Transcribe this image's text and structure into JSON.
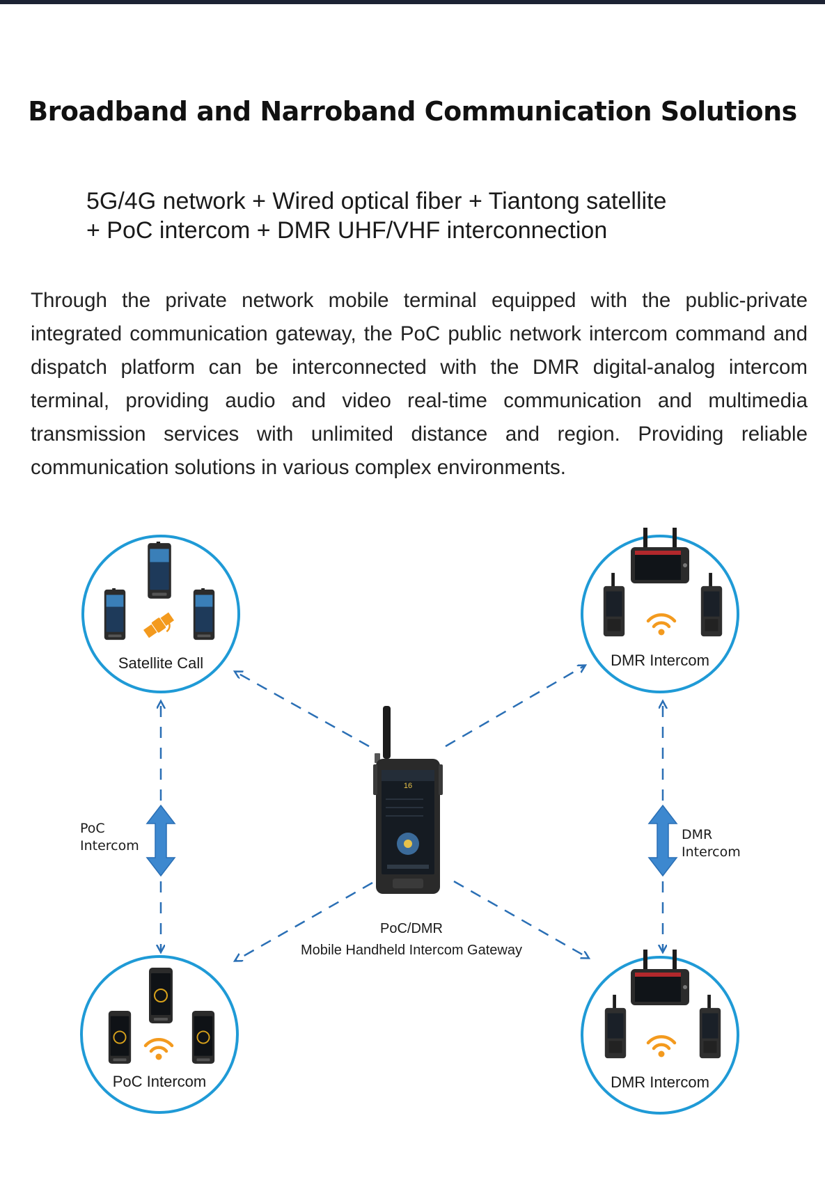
{
  "title": "Broadband and Narroband Communication Solutions",
  "subtitle": {
    "line1": "5G/4G network + Wired optical fiber + Tiantong satellite",
    "line2": "+ PoC intercom + DMR UHF/VHF interconnection"
  },
  "description": "Through the private network mobile terminal equipped with the public-private integrated communication gateway, the PoC public network intercom com­mand and dispatch platform can be interconnected with the DMR digital-ana­log intercom terminal, providing audio and video real-time communication and multimedia transmission services with unlimited distance and region. Provid­ing reliable communication solutions in various complex environments.",
  "diagram": {
    "nodes": {
      "top_left": "Satellite Call",
      "top_right": "DMR Intercom",
      "bottom_left": "PoC Intercom",
      "bottom_right": "DMR Intercom"
    },
    "left_link": {
      "line1": "PoC",
      "line2": "Intercom"
    },
    "right_link": {
      "line1": "DMR",
      "line2": "Intercom"
    },
    "gateway": {
      "line1": "PoC/DMR",
      "line2": "Mobile Handheld Intercom Gateway",
      "screen_channel": "16"
    },
    "colors": {
      "circle": "#1f9ad6",
      "arrow": "#2a6fb5",
      "wifi": "#f39a1e",
      "device": "#2b2b2b"
    }
  }
}
